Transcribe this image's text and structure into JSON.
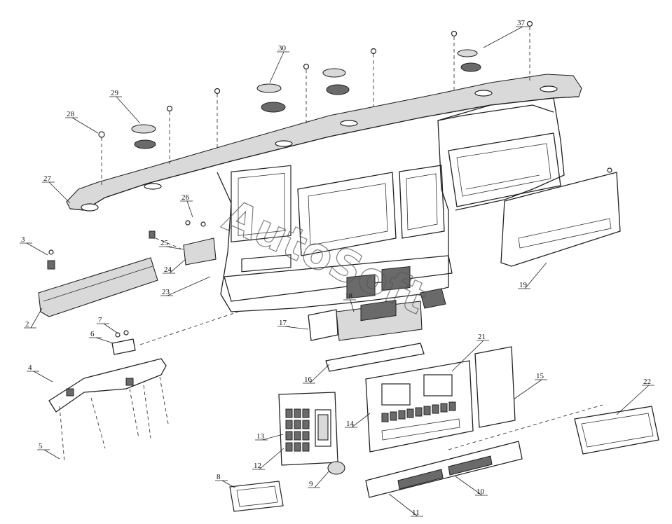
{
  "watermark": "AutoSoft",
  "callouts": [
    "37",
    "30",
    "29",
    "28",
    "27",
    "26",
    "25",
    "24",
    "23",
    "3",
    "2",
    "7",
    "6",
    "4",
    "5",
    "8",
    "9",
    "10",
    "11",
    "12",
    "13",
    "14",
    "15",
    "16",
    "17",
    "18",
    "19",
    "21",
    "22"
  ]
}
